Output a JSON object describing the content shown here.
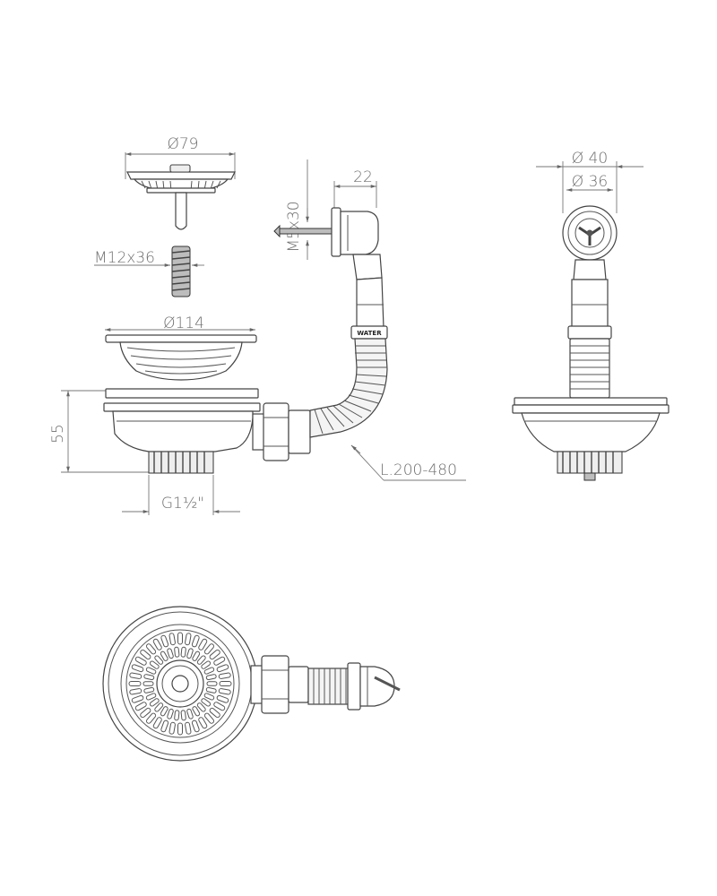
{
  "dimensions": {
    "strainer_diameter": "Ø79",
    "screw_thread": "M12x36",
    "overflow_screw": "M5x30",
    "overflow_depth": "22",
    "basket_diameter": "Ø114",
    "body_height": "55",
    "outlet_thread": "G1½\"",
    "hose_length": "L.200-480",
    "overflow_outer_diameter": "Ø 40",
    "overflow_inner_diameter": "Ø 36"
  },
  "labels": {
    "hose_brand": "WATER"
  },
  "colors": {
    "line": "#444444",
    "dimension": "#777777",
    "text": "#6e6e6e"
  }
}
